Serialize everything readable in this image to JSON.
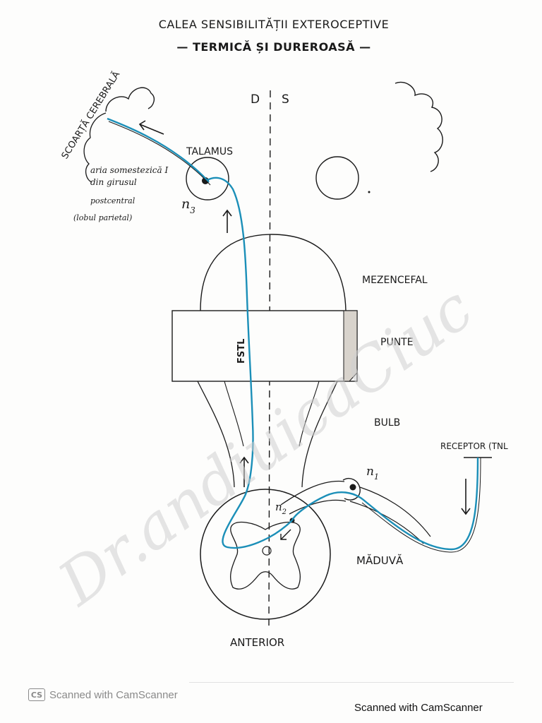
{
  "title": {
    "line1": "CALEA SENSIBILITĂȚII EXTEROCEPTIVE",
    "line2": "— TERMICĂ ȘI DUREROASĂ —"
  },
  "sides": {
    "left": "D",
    "right": "S"
  },
  "labels": {
    "cortex": "SCOARȚĂ CEREBRALĂ",
    "area_line1": "aria somestezică I",
    "area_line2": "din girusul",
    "area_line3": "postcentral",
    "area_line4": "(lobul parietal)",
    "talamus": "TALAMUS",
    "n3": "n",
    "n3_sub": "3",
    "mezencefal": "MEZENCEFAL",
    "punte": "PUNTE",
    "bulb": "BULB",
    "fstl": "FSTL",
    "receptor": "RECEPTOR (TNL",
    "n1": "n",
    "n1_sub": "1",
    "n2": "n",
    "n2_sub": "2",
    "maduva": "MĂDUVĂ",
    "anterior": "ANTERIOR"
  },
  "watermark": "Dr.andiuicaCiuc",
  "colors": {
    "pathway": "#1b8fb8",
    "ink": "#1a1a1a",
    "watermark": "#d9d9d9"
  },
  "footer": {
    "logo": "CS",
    "left_text": "Scanned with CamScanner",
    "right_text": "Scanned with CamScanner"
  }
}
